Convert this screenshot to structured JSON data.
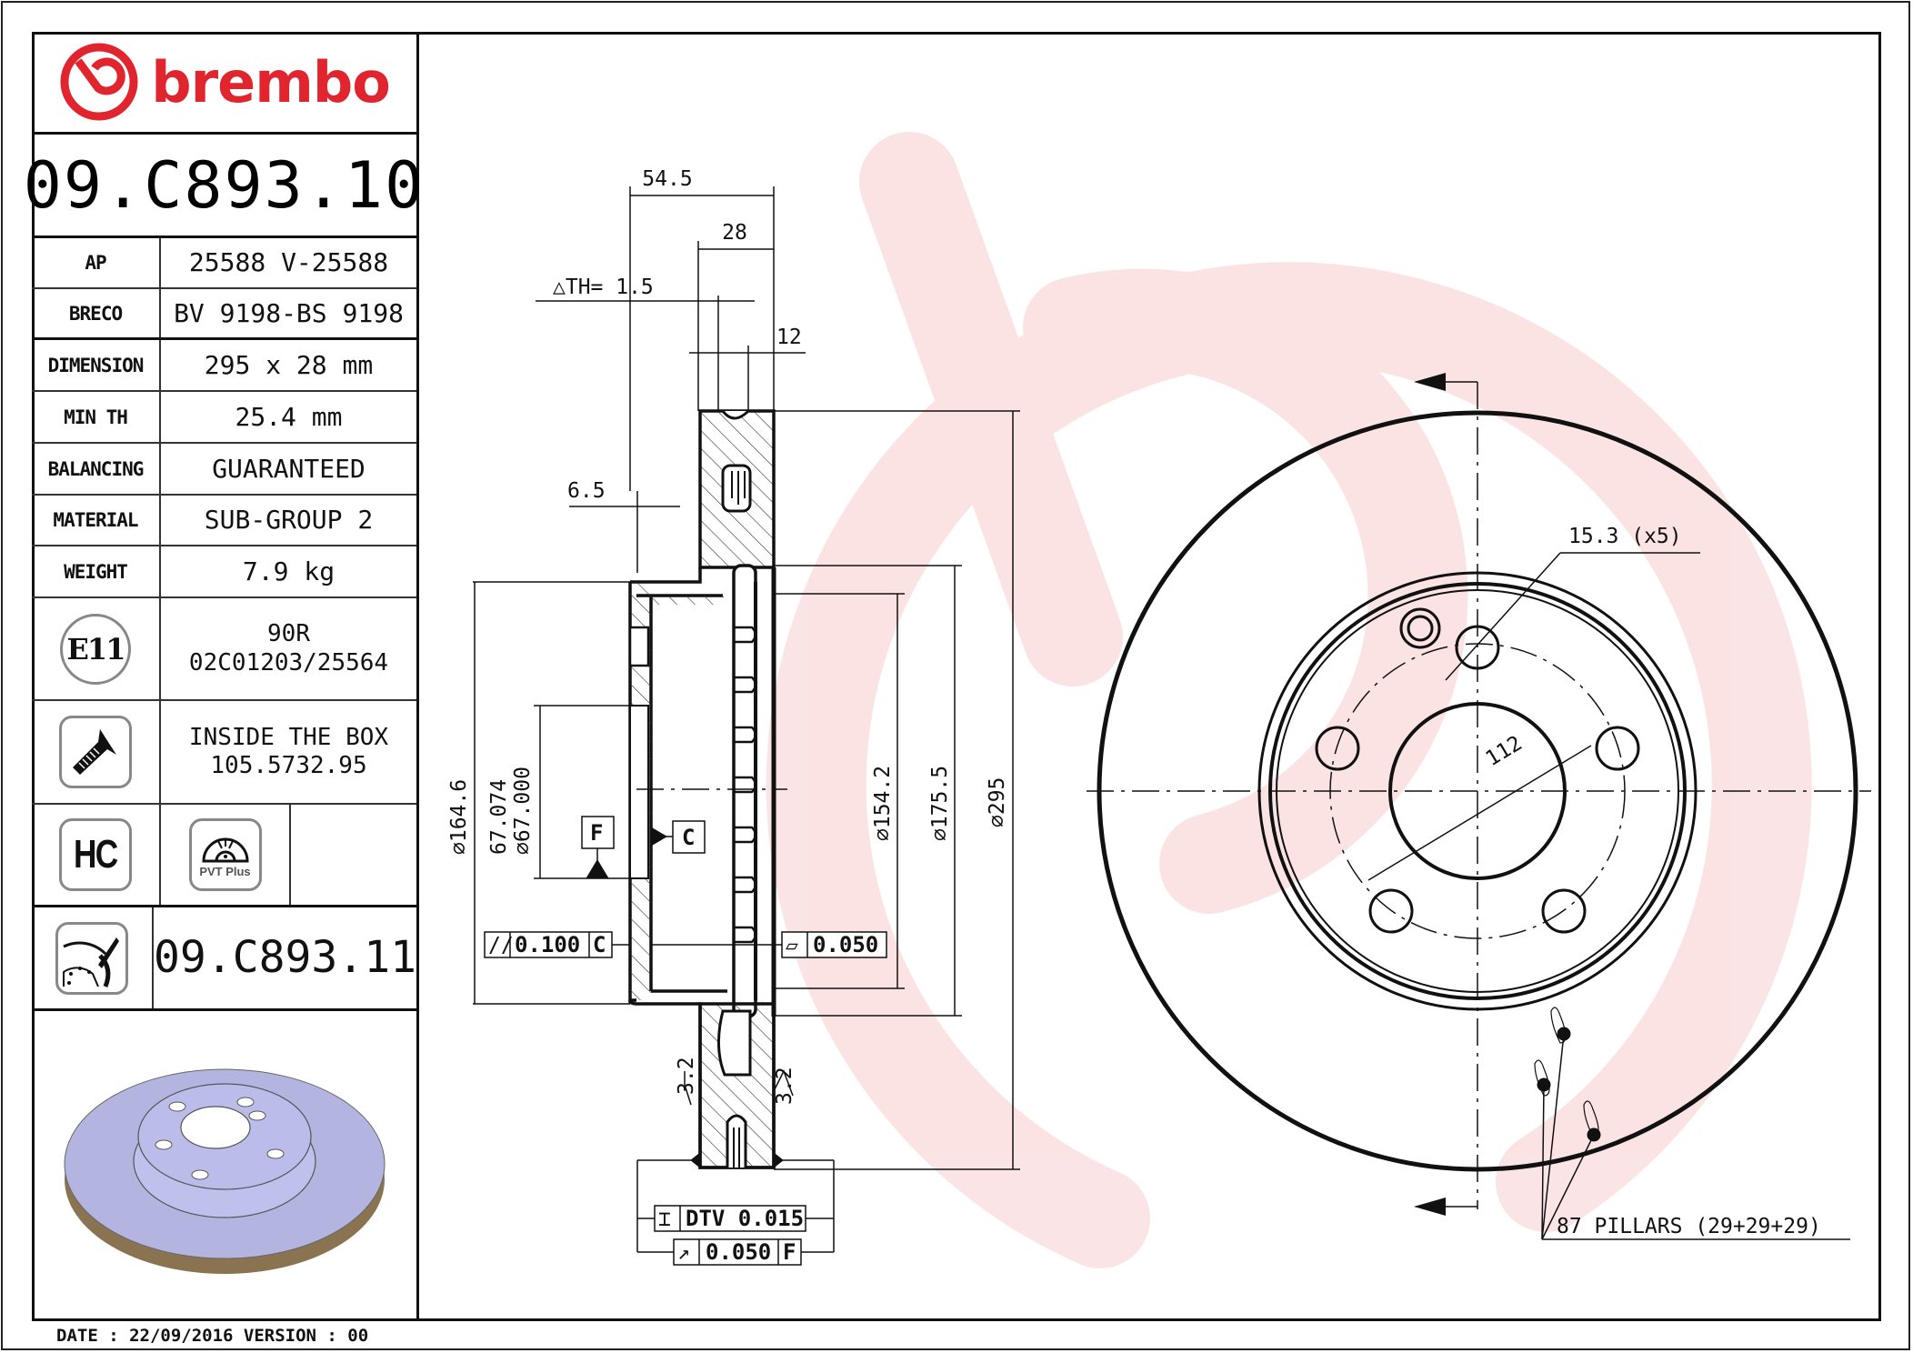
{
  "brand": {
    "name": "brembo",
    "color": "#e1252e"
  },
  "part_number": "09.C893.10",
  "specs": [
    {
      "label": "AP",
      "value": "25588 V-25588"
    },
    {
      "label": "BRECO",
      "value": "BV 9198-BS 9198"
    },
    {
      "label": "DIMENSION",
      "value": "295 x 28 mm"
    },
    {
      "label": "MIN TH",
      "value": "25.4 mm"
    },
    {
      "label": "BALANCING",
      "value": "GUARANTEED"
    },
    {
      "label": "MATERIAL",
      "value": "SUB-GROUP 2"
    },
    {
      "label": "WEIGHT",
      "value": "7.9 kg"
    }
  ],
  "homologation": {
    "icon": "E11",
    "line1": "90R",
    "line2": "02C01203/25564"
  },
  "screw": {
    "icon": "screw-icon",
    "line1": "INSIDE THE BOX",
    "line2": "105.5732.95"
  },
  "badges": {
    "hc": "HC",
    "pvt": "PVT Plus"
  },
  "kit_part_number": "09.C893.11",
  "footer": {
    "date_label": "DATE : 22/09/2016 VERSION : 00"
  },
  "section_view": {
    "overall_width": "54.5",
    "disc_thickness": "28",
    "delta_th": "△TH= 1.5",
    "dim_12": "12",
    "dim_6_5": "6.5",
    "dia_164_6": "∅164.6",
    "dia_67_upper": "67.074",
    "dia_67_lower": "∅67.000",
    "dia_154_2": "∅154.2",
    "dia_175_5": "∅175.5",
    "dia_295": "∅295",
    "datum_f": "F",
    "datum_c": "C",
    "parallelism": {
      "symbol": "//",
      "value": "0.100",
      "datum": "C"
    },
    "flatness": {
      "symbol": "▱",
      "value": "0.050"
    },
    "dtv": {
      "symbol": "⌶",
      "value": "DTV 0.015"
    },
    "runout": {
      "symbol": "↗",
      "value": "0.050",
      "datum": "F"
    },
    "roughness": "3.2"
  },
  "front_view": {
    "hole_label": "15.3 (x5)",
    "pcd": "112",
    "pillars": "87 PILLARS (29+29+29)"
  }
}
